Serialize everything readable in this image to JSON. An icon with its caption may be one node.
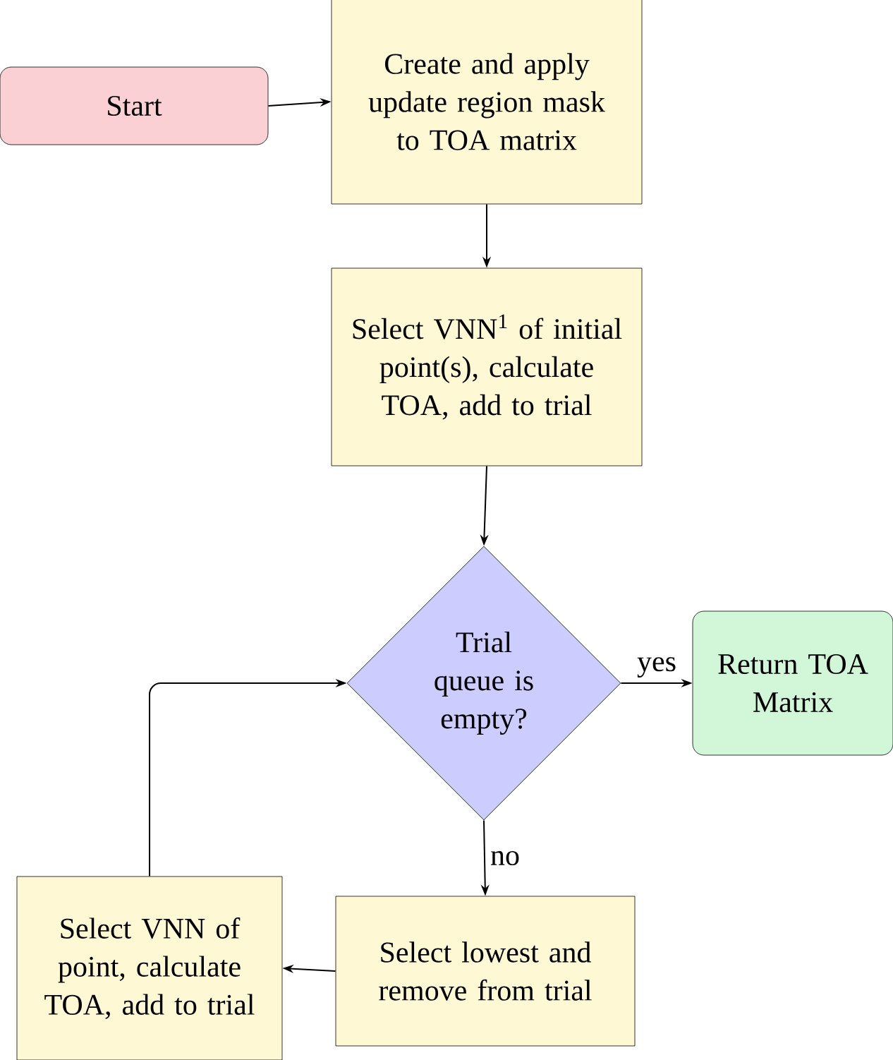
{
  "diagram": {
    "nodes": [
      {
        "text": [
          "Start"
        ]
      },
      {
        "text": [
          "Create and apply update region mask to TOA matrix"
        ]
      },
      {
        "text": [
          "Select VNN$^{1}$ of initial point(s), calculate TOA, add to trial"
        ]
      },
      {
        "text": [
          "Trial queue is empty?"
        ]
      },
      {
        "text": [
          "Return TOA Matrix"
        ]
      },
      {
        "text": [
          "Select lowest and remove from trial"
        ]
      },
      {
        "text": [
          "Select VNN of point, calculate TOA, add to trial"
        ]
      }
    ],
    "edges": [
      {
        "from": 0,
        "to": 1,
        "arrow": "to"
      },
      {
        "from": 1,
        "to": 2,
        "arrow": "to"
      },
      {
        "from": 2,
        "to": 3,
        "arrow": "to"
      },
      {
        "from": 3,
        "to": 4,
        "arrow": "to",
        "label": "yes"
      },
      {
        "from": 3,
        "to": 5,
        "arrow": "to",
        "label": "no"
      },
      {
        "from": 5,
        "to": 6,
        "arrow": "to"
      },
      {
        "from": 6,
        "to": 3,
        "arrow": "to"
      }
    ]
  }
}
